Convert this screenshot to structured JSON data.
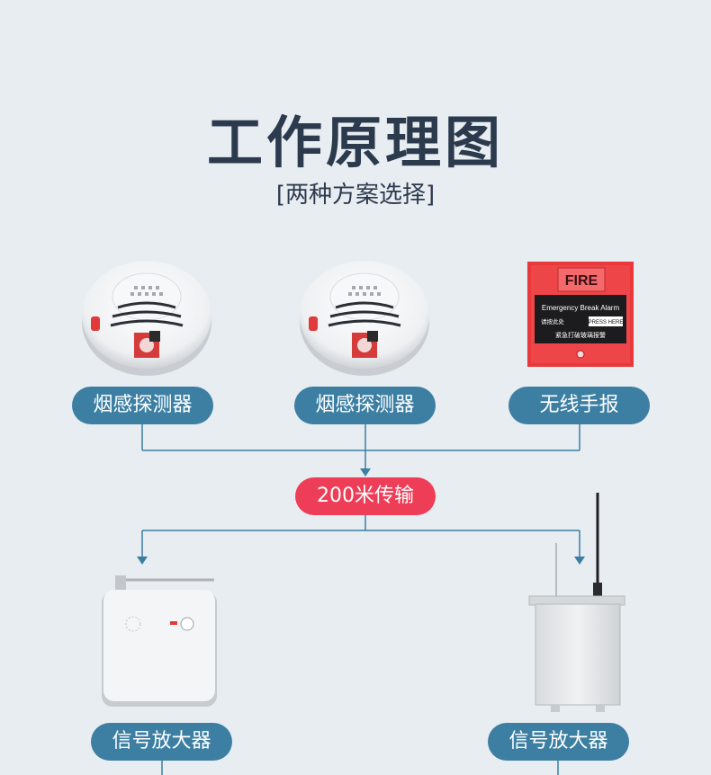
{
  "title": "工作原理图",
  "subtitle": "[两种方案选择]",
  "devices": {
    "smoke1": "烟感探测器",
    "smoke2": "烟感探测器",
    "manual": "无线手报"
  },
  "transmission": "200米传输",
  "amplifiers": {
    "amp1": "信号放大器",
    "amp2": "信号放大器"
  },
  "fire_alarm": {
    "fire_text": "FIRE",
    "en_text": "Emergency Break Alarm",
    "cn_text1": "请按此处",
    "press_text": "PRESS HERE",
    "cn_text2": "紧急打破玻璃报警"
  },
  "colors": {
    "pill_blue": "#3c7fa3",
    "pill_red": "#ee3d57",
    "background": "#e8edf1",
    "title": "#2c3a4e"
  }
}
